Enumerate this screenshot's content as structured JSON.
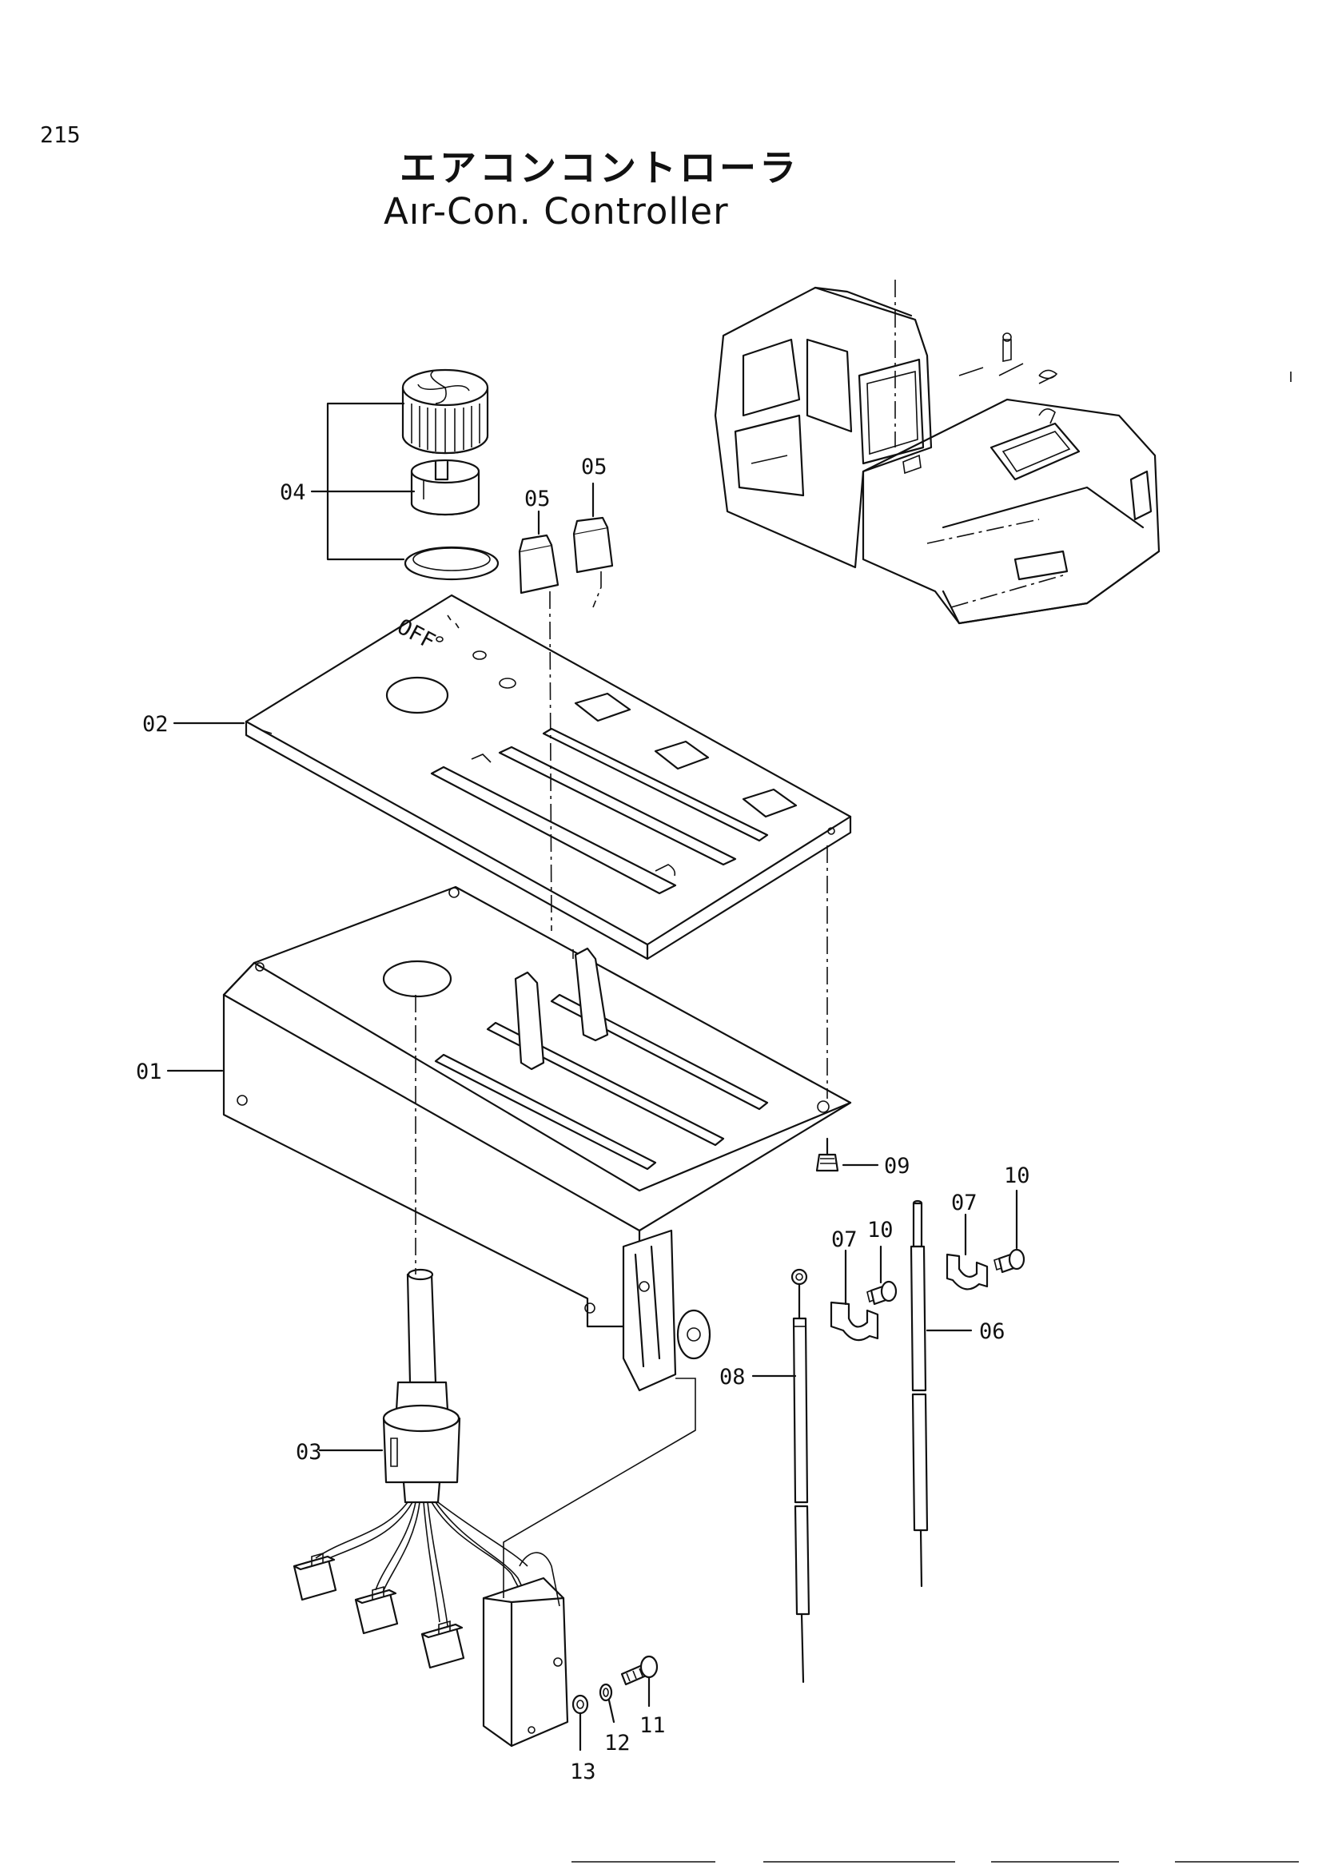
{
  "page": {
    "number": "215"
  },
  "title": {
    "japanese": "エアコンコントローラ",
    "english": "Aır-Con. Controller"
  },
  "panel_marking": "OFF",
  "callouts": [
    {
      "id": "01",
      "label": "01"
    },
    {
      "id": "02",
      "label": "02"
    },
    {
      "id": "03",
      "label": "03"
    },
    {
      "id": "04",
      "label": "04"
    },
    {
      "id": "05a",
      "label": "05"
    },
    {
      "id": "05b",
      "label": "05"
    },
    {
      "id": "06",
      "label": "06"
    },
    {
      "id": "07a",
      "label": "07"
    },
    {
      "id": "07b",
      "label": "07"
    },
    {
      "id": "08",
      "label": "08"
    },
    {
      "id": "09",
      "label": "09"
    },
    {
      "id": "10a",
      "label": "10"
    },
    {
      "id": "10b",
      "label": "10"
    },
    {
      "id": "11",
      "label": "11"
    },
    {
      "id": "12",
      "label": "12"
    },
    {
      "id": "13",
      "label": "13"
    }
  ],
  "colors": {
    "ink": "#111111",
    "paper": "#ffffff"
  }
}
